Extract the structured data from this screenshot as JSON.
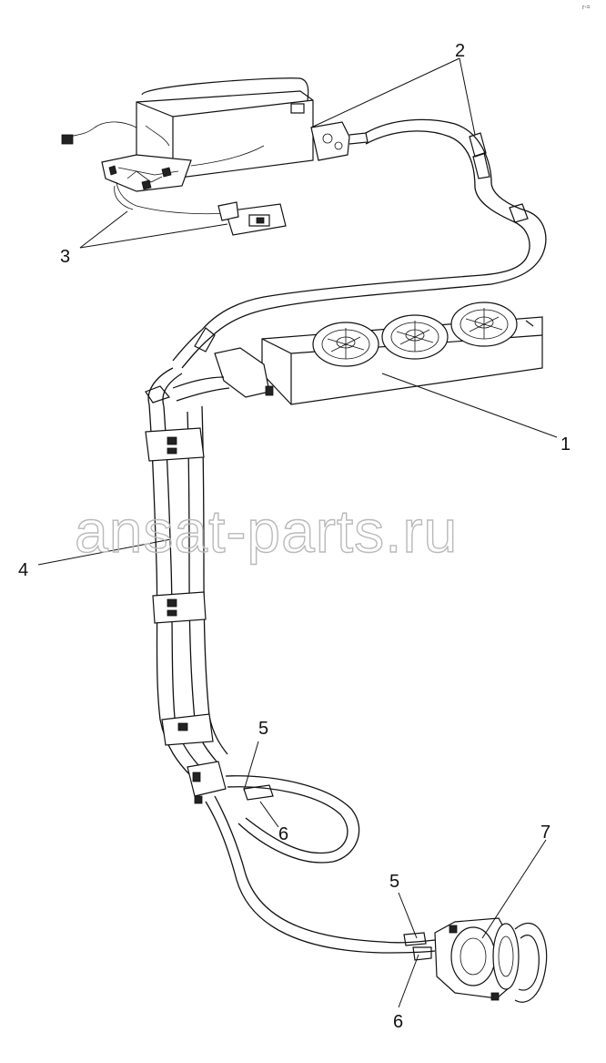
{
  "watermark": "ansat-parts.ru",
  "corner_mark": "r-=",
  "callouts": {
    "c1": "1",
    "c2": "2",
    "c3": "3",
    "c4": "4",
    "c5a": "5",
    "c6a": "6",
    "c5b": "5",
    "c6b": "6",
    "c7": "7"
  }
}
